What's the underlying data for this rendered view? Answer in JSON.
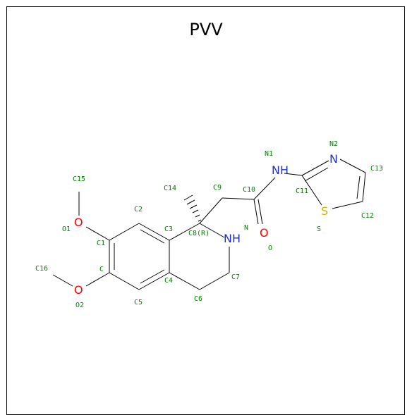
{
  "title": "PVV",
  "colors": {
    "bond": "#000000",
    "carbon_label": "#008000",
    "oxygen": "#ff0000",
    "nitrogen": "#1e32c8",
    "sulfur": "#d2b400"
  },
  "atom_labels": {
    "O1": "O",
    "O2": "O",
    "O_carbonyl": "O",
    "NH_amide": "NH",
    "NH_ring": "NH",
    "N_thiazole": "N",
    "S_thiazole": "S"
  },
  "annotations": {
    "C15": "C15",
    "O1": "O1",
    "C1": "C1",
    "C2": "C2",
    "C3": "C3",
    "C": "C",
    "C16": "C16",
    "O2": "O2",
    "C4": "C4",
    "C5": "C5",
    "C6": "C6",
    "C7": "C7",
    "C8": "C8(R)",
    "C14": "C14",
    "C9": "C9",
    "C10": "C10",
    "N": "N",
    "O": "O",
    "N1": "N1",
    "N2": "N2",
    "C11": "C11",
    "C12": "C12",
    "C13": "C13",
    "S": "S"
  }
}
